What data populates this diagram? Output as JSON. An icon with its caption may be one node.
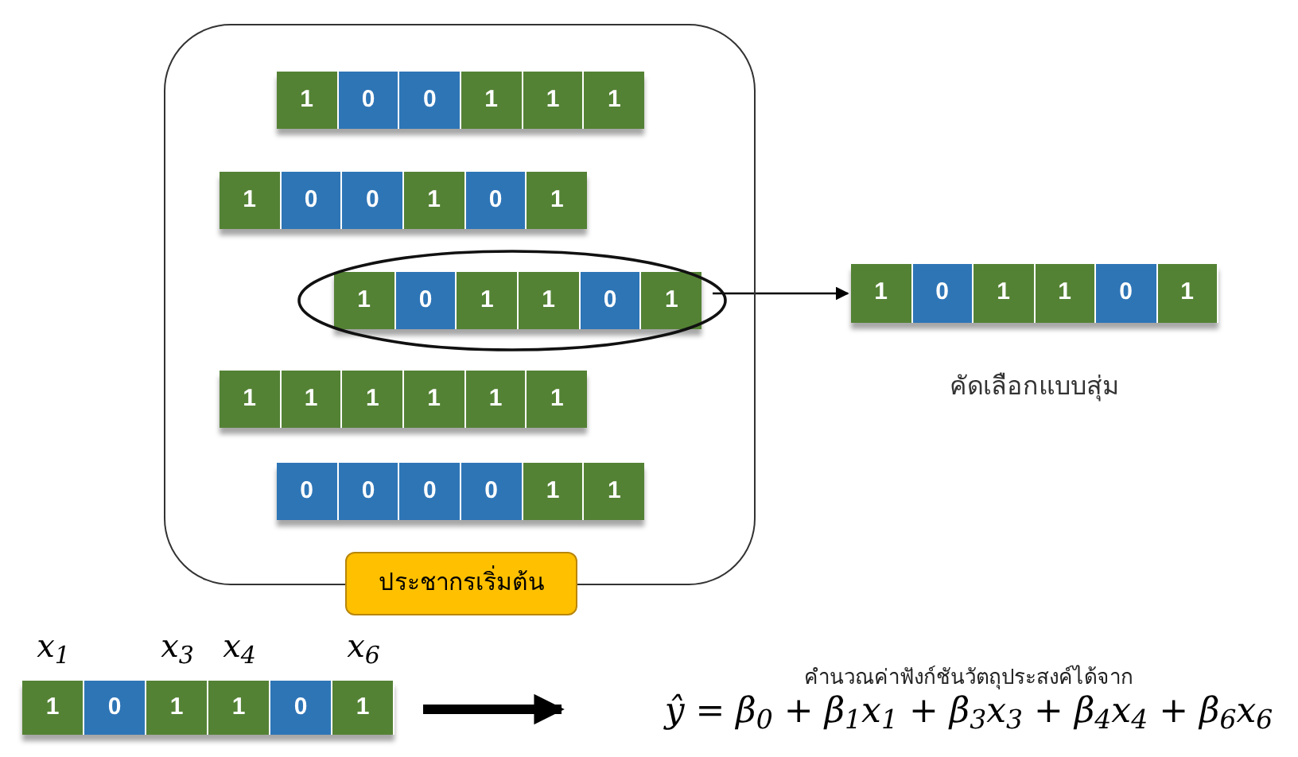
{
  "diagram": {
    "nodes": [
      {
        "text": [],
        "shape": "box"
      },
      {
        "text": [
          "1",
          "0",
          "0",
          "1",
          "1",
          "1"
        ],
        "in": 0
      },
      {
        "text": [
          "1",
          "0",
          "0",
          "1",
          "0",
          "1"
        ],
        "in": 0
      },
      {
        "text": [
          "1",
          "0",
          "1",
          "1",
          "0",
          "1"
        ],
        "in": 0
      },
      {
        "text": [
          "1",
          "1",
          "1",
          "1",
          "1",
          "1"
        ],
        "in": 0
      },
      {
        "text": [
          "0",
          "0",
          "0",
          "0",
          "1",
          "1"
        ],
        "in": 0
      },
      {
        "text": [
          "ประชากรเริ่มต้น"
        ]
      },
      {
        "text": [
          "1",
          "0",
          "1",
          "1",
          "0",
          "1"
        ],
        "beside": [
          "คัดเลือกแบบสุ่ม"
        ]
      },
      {
        "text": [
          "1",
          "0",
          "1",
          "1",
          "0",
          "1"
        ],
        "beside": [
          "x$_{1}$",
          "x$_{3}$",
          "x$_{4}$",
          "x$_{6}$"
        ]
      },
      {
        "text": [
          "คำนวณค่าฟังก์ชันวัตถุประสงค์ได้จาก",
          "ŷ = β$_{0}$ + β$_{1}$x$_{1}$ + β$_{3}$x$_{3}$ + β$_{4}$x$_{4}$ + β$_{6}$x$_{6}$"
        ]
      }
    ],
    "edges": [
      {
        "from": 3,
        "to": 7,
        "arrow": "to"
      },
      {
        "from": 8,
        "to": 9,
        "arrow": "to",
        "style": "thick"
      }
    ]
  }
}
